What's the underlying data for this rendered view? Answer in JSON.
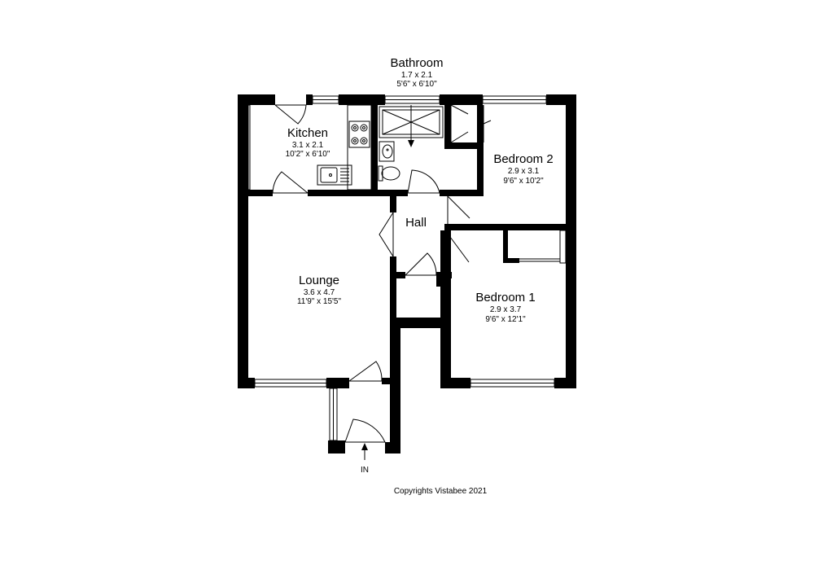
{
  "rooms": {
    "bathroom": {
      "name": "Bathroom",
      "metric": "1.7 x 2.1",
      "imperial": "5'6\" x 6'10\""
    },
    "kitchen": {
      "name": "Kitchen",
      "metric": "3.1 x 2.1",
      "imperial": "10'2\" x 6'10\""
    },
    "bedroom2": {
      "name": "Bedroom 2",
      "metric": "2.9 x 3.1",
      "imperial": "9'6\" x 10'2\""
    },
    "hall": {
      "name": "Hall"
    },
    "lounge": {
      "name": "Lounge",
      "metric": "3.6 x 4.7",
      "imperial": "11'9\" x 15'5\""
    },
    "bedroom1": {
      "name": "Bedroom 1",
      "metric": "2.9 x 3.7",
      "imperial": "9'6\" x 12'1\""
    }
  },
  "entrance_label": "IN",
  "copyright": "Copyrights Vistabee 2021",
  "colors": {
    "wall": "#000000",
    "background": "#ffffff"
  }
}
